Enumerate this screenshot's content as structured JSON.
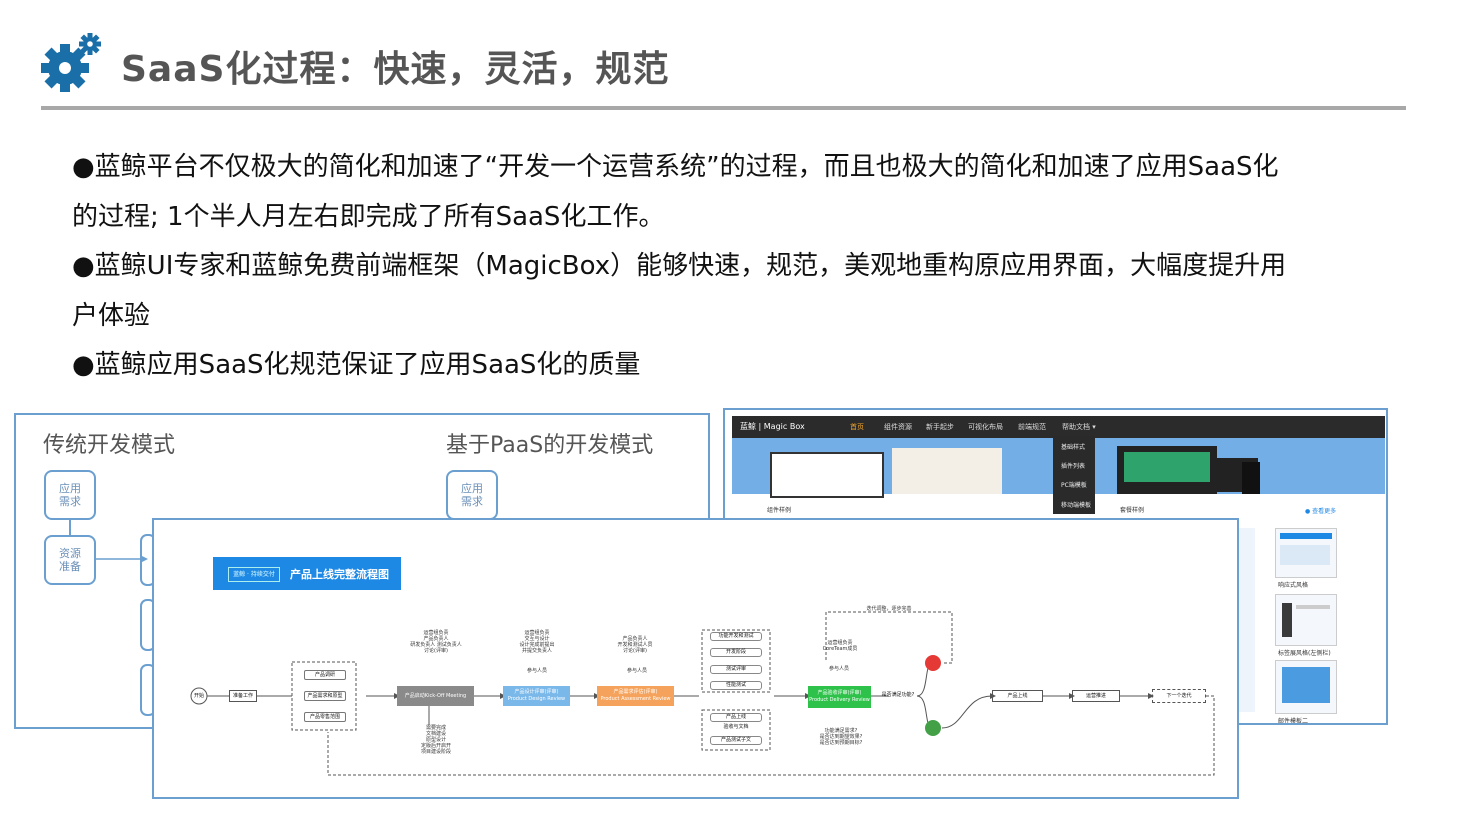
{
  "slide": {
    "title": "SaaS化过程：快速，灵活，规范",
    "bullets": [
      "●蓝鲸平台不仅极大的简化和加速了“开发一个运营系统”的过程，而且也极大的简化和加速了应用SaaS化的过程; 1个半人月左右即完成了所有SaaS化工作。",
      "●蓝鲸UI专家和蓝鲸免费前端框架（MagicBox）能够快速，规范，美观地重构原应用界面，大幅度提升用户体验",
      "●蓝鲸应用SaaS化规范保证了应用SaaS化的质量"
    ],
    "colors": {
      "title": "#555555",
      "gear": "#1a6fa8",
      "rule": "#a8a8a8",
      "panel_border": "#6a9fd0",
      "flow_blue": "#1e88e5"
    }
  },
  "left_panel": {
    "title_left": "传统开发模式",
    "title_right": "基于PaaS的开发模式",
    "box_app_req": "应用\n需求",
    "box_resource": "资源\n准备",
    "box_app_req_right": "应用\n需求"
  },
  "right_panel": {
    "brand": "蓝鲸 | Magic Box",
    "nav": [
      "首页",
      "组件资源",
      "新手起步",
      "可视化布局",
      "前端规范",
      "帮助文档 ▾"
    ],
    "dropdown": [
      "基础样式",
      "插件列表",
      "PC端模板",
      "移动端模板"
    ],
    "section_left": "组件样例",
    "section_mid": "套餐样例",
    "more_link": "● 查看更多",
    "thumbs": [
      "响应式风格",
      "标签展风格(左侧栏)",
      "邮件模板二"
    ]
  },
  "flow": {
    "header_tag": "蓝鲸 · 持续交付",
    "header_title": "产品上线完整流程图",
    "nodes": {
      "start": "开始",
      "prepare": "准备工作",
      "p1": "产品调研",
      "p2": "产品需求和原型",
      "p3": "产品零售范围",
      "kickoff": "产品启动Kick-Off Meeting",
      "design": "产品设计评审(评审)\nProduct Design Review",
      "assess": "产品需求评估(评审)\nProduct Assessment Review",
      "delivery": "产品验收评审(评审)\nProduct Delivery Review",
      "online": "产品上线",
      "ops": "运营推进",
      "next": "下一个迭代",
      "decision": "是否满足功能?"
    },
    "notes": {
      "kickoff_top": "运营组负责\n产品负责人\n研发负责人 测试负责人\n讨论(评审)",
      "kickoff_bottom": "需要完成\n文档建设\n原型设计\n定版后开启开\n项目建设阶段",
      "design_top": "运营组负责\n交互与设计\n设计完成前提出\n并提交负责人",
      "design_role": "参与人员",
      "assess_top": "产品负责人\n开发和测试人员\n讨论(评审)",
      "assess_role": "参与人员",
      "delivery_top": "运营组负责\nCoreTeam成员",
      "delivery_role": "参与人员",
      "delivery_bottom": "功能满足需求?\n是否达到期望效果?\n是否达到预期目标?",
      "loop": "迭代调整，逐步完善",
      "dev": [
        "功能开发和测试",
        "开发阶段",
        "测试评审",
        "性能测试",
        "产品上线",
        "验收与文档",
        "产品测试子文"
      ]
    }
  }
}
